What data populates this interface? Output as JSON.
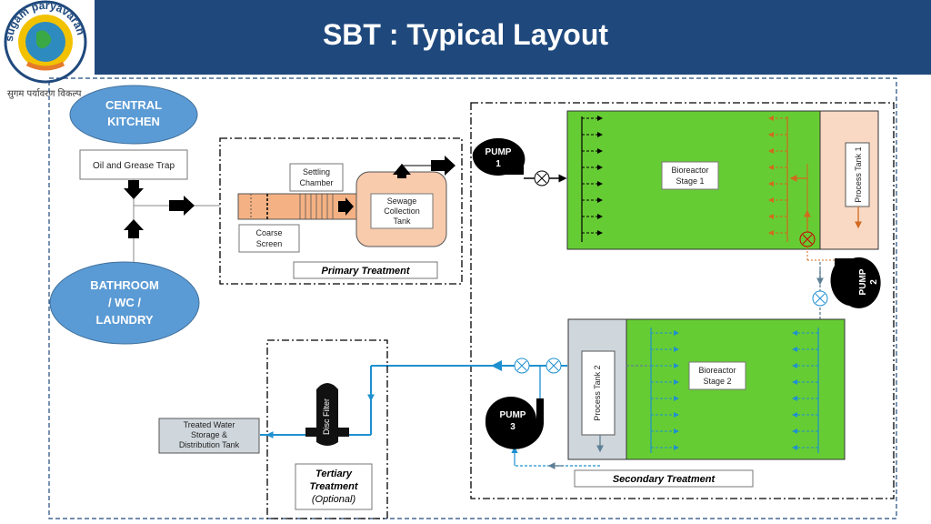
{
  "title": "SBT : Typical Layout",
  "logo": {
    "ring_text": "sugam paryavaran vikalp",
    "subtitle": "सुगम पर्यावरण विकल्प"
  },
  "sources": {
    "kitchen": [
      "CENTRAL",
      "KITCHEN"
    ],
    "bathroom": [
      "BATHROOM",
      "/ WC /",
      "LAUNDRY"
    ]
  },
  "oil_trap": "Oil and Grease Trap",
  "primary": {
    "settling": [
      "Settling",
      "Chamber"
    ],
    "coarse": [
      "Coarse",
      "Screen"
    ],
    "sewage": [
      "Sewage",
      "Collection",
      "Tank"
    ],
    "label": "Primary Treatment"
  },
  "pumps": {
    "p1": [
      "PUMP",
      "1"
    ],
    "p2": [
      "PUMP",
      "2"
    ],
    "p3": [
      "PUMP",
      "3"
    ]
  },
  "bioreactor1": [
    "Bioreactor",
    "Stage 1"
  ],
  "process_tank1": "Process Tank 1",
  "bioreactor2": [
    "Bioreactor",
    "Stage 2"
  ],
  "process_tank2": "Process Tank 2",
  "secondary_label": "Secondary Treatment",
  "disc_filter": "Disc Filter",
  "tertiary": [
    "Tertiary",
    "Treatment",
    "(Optional)"
  ],
  "treated": [
    "Treated Water",
    "Storage &",
    "Distribution Tank"
  ],
  "colors": {
    "header": "#1f497d",
    "green": "#66cc33",
    "peach": "#f9d9c4",
    "orange": "#d2691e",
    "blue": "#1e90d0",
    "ellipse": "#5b9bd5"
  }
}
